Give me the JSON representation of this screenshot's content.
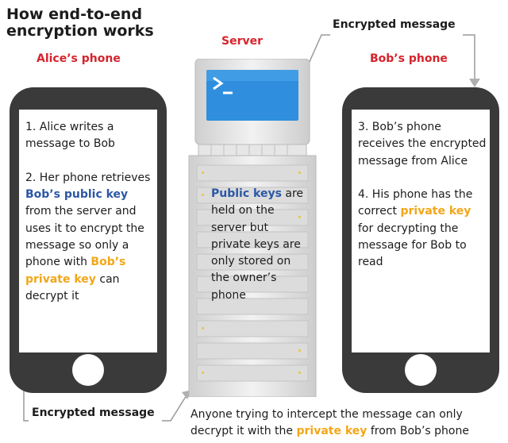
{
  "title_line1": "How end-to-end",
  "title_line2": "encryption works",
  "alice_label": "Alice’s phone",
  "server_label": "Server",
  "bob_label": "Bob’s phone",
  "top_encrypted_label": "Encrypted message",
  "bottom_encrypted_label": "Encrypted message",
  "alice": {
    "step1": "1. Alice writes a message to Bob",
    "s2_a": "2. Her phone retrieves ",
    "s2_bobs_public_key": "Bob’s public key",
    "s2_b": " from the server and uses it to encrypt the message so only a phone with ",
    "s2_bobs_private_key": "Bob’s private key",
    "s2_c": " can decrypt it"
  },
  "server": {
    "public_keys": "Public keys",
    "rest": " are held on the server but private keys are only stored on the owner’s phone"
  },
  "bob": {
    "step3": "3. Bob’s phone receives the encrypted message from Alice",
    "s4_a": "4. His phone has the correct ",
    "s4_private_key": "private key",
    "s4_b": " for decrypting the message for Bob to read"
  },
  "bottom_note": {
    "line1": "Anyone trying to intercept the message can only",
    "line2_a": "decrypt it with the ",
    "line2_private_key": "private key",
    "line2_b": " from Bob’s phone"
  },
  "colors": {
    "red": "#d6232b",
    "blue": "#2b57a5",
    "gold": "#f2a619",
    "phone": "#3a3a3a",
    "screen_blue": "#2f8fde"
  },
  "icons": [
    "terminal-prompt-icon",
    "arrow-icon"
  ]
}
